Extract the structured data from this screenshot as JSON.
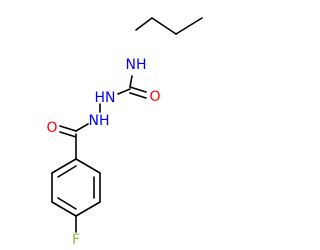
{
  "molecule": {
    "atoms": {
      "n_propyl": {
        "symbol": "NH",
        "color": "#0000ff"
      },
      "o_urea": {
        "symbol": "O",
        "color": "#ff0000"
      },
      "n_hydrazine_upper": {
        "symbol": "HN",
        "color": "#0000ff"
      },
      "n_hydrazine_lower": {
        "symbol": "NH",
        "color": "#0000ff"
      },
      "o_amide": {
        "symbol": "O",
        "color": "#ff0000"
      },
      "fluorine": {
        "symbol": "F",
        "color": "#8fbc3f"
      }
    },
    "bond_color": "#000000"
  }
}
